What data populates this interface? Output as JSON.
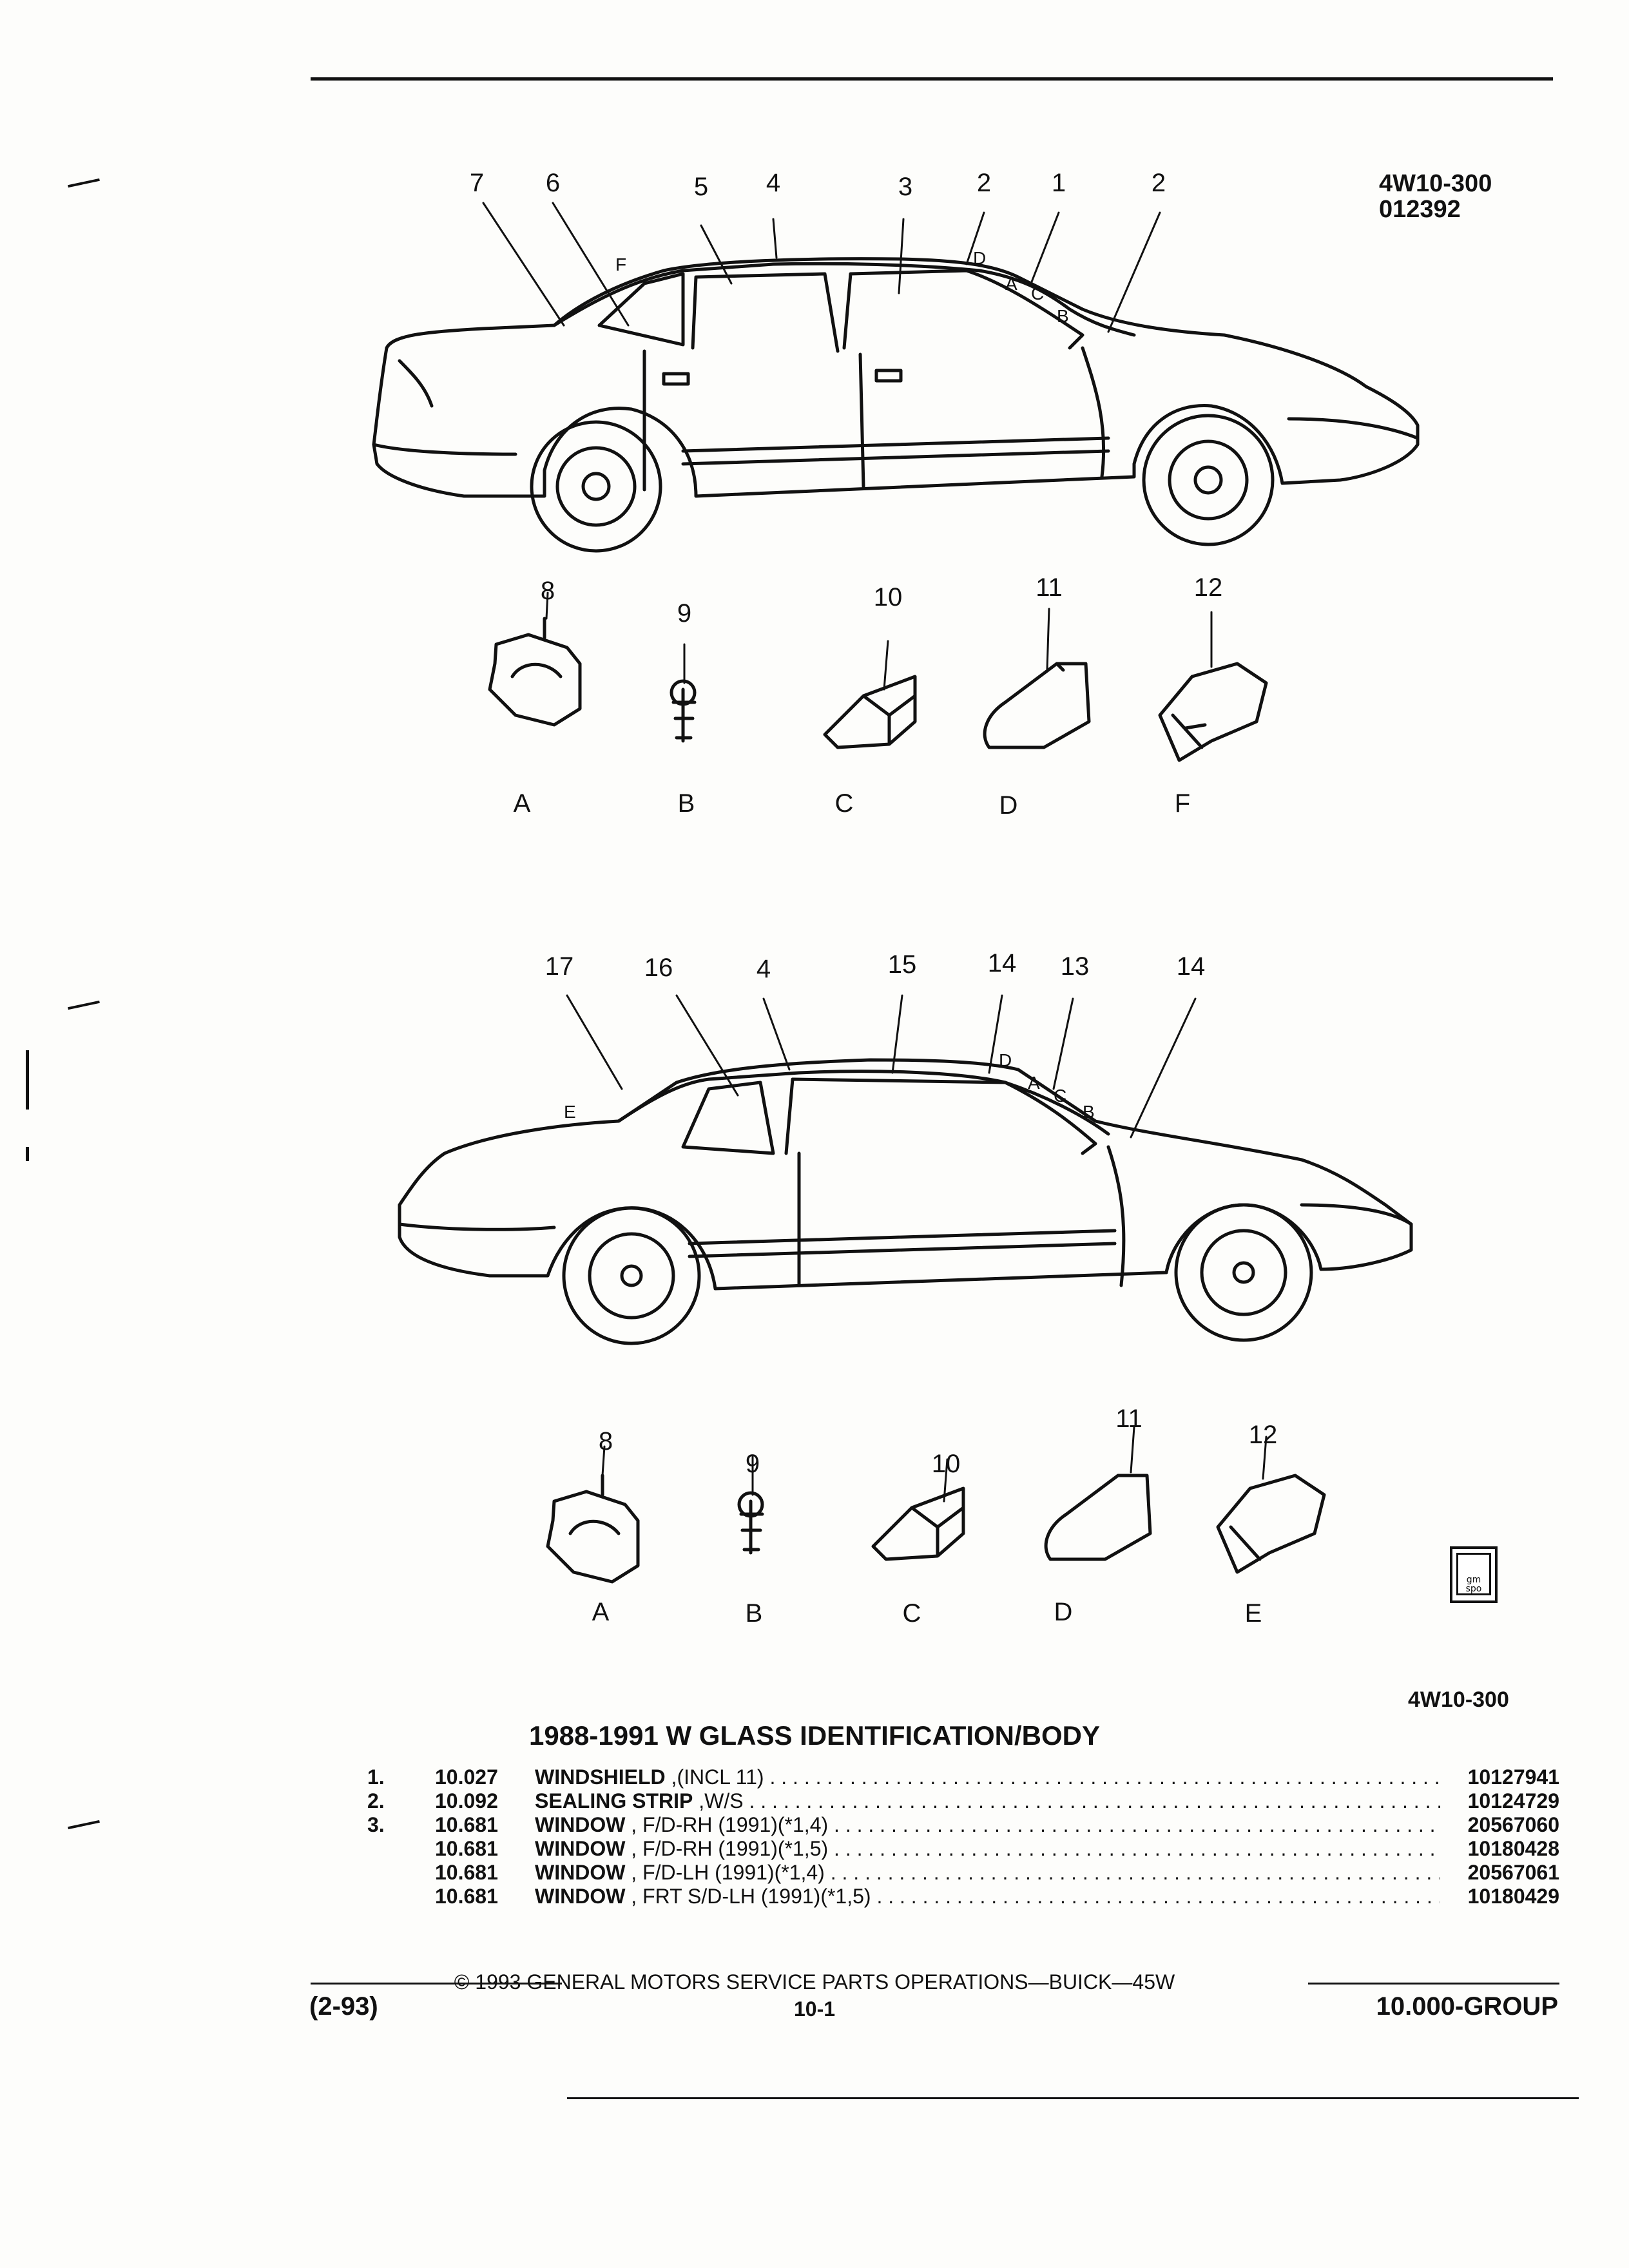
{
  "header": {
    "ref_code": "4W10-300",
    "ref_date": "012392"
  },
  "diagram_top": {
    "callouts": [
      "7",
      "6",
      "5",
      "4",
      "3",
      "2",
      "1",
      "2"
    ],
    "glass_letters": [
      "F",
      "D",
      "A",
      "C",
      "B"
    ],
    "parts": [
      {
        "num": "8",
        "letter": "A"
      },
      {
        "num": "9",
        "letter": "B"
      },
      {
        "num": "10",
        "letter": "C"
      },
      {
        "num": "11",
        "letter": "D"
      },
      {
        "num": "12",
        "letter": "F"
      }
    ]
  },
  "diagram_bottom": {
    "callouts": [
      "17",
      "16",
      "4",
      "15",
      "14",
      "13",
      "14"
    ],
    "glass_letters": [
      "E",
      "D",
      "A",
      "C",
      "B"
    ],
    "parts": [
      {
        "num": "8",
        "letter": "A"
      },
      {
        "num": "9",
        "letter": "B"
      },
      {
        "num": "10",
        "letter": "C"
      },
      {
        "num": "11",
        "letter": "D"
      },
      {
        "num": "12",
        "letter": "E"
      }
    ]
  },
  "stamp_text": "gm spo",
  "section_ref": "4W10-300",
  "title": "1988-1991 W GLASS IDENTIFICATION/BODY",
  "parts_list": [
    {
      "num": "1.",
      "code": "10.027",
      "desc": "WINDSHIELD",
      "detail": ",(INCL 11)",
      "part": "10127941"
    },
    {
      "num": "2.",
      "code": "10.092",
      "desc": "SEALING STRIP",
      "detail": ",W/S",
      "part": "10124729"
    },
    {
      "num": "3.",
      "code": "10.681",
      "desc": "WINDOW",
      "detail": ", F/D-RH (1991)(*1,4)",
      "part": "20567060"
    },
    {
      "num": "",
      "code": "10.681",
      "desc": "WINDOW",
      "detail": ", F/D-RH (1991)(*1,5)",
      "part": "10180428"
    },
    {
      "num": "",
      "code": "10.681",
      "desc": "WINDOW",
      "detail": ", F/D-LH (1991)(*1,4)",
      "part": "20567061"
    },
    {
      "num": "",
      "code": "10.681",
      "desc": "WINDOW",
      "detail": ", FRT S/D-LH (1991)(*1,5)",
      "part": "10180429"
    }
  ],
  "footer": {
    "copyright": "© 1993 GENERAL MOTORS SERVICE PARTS OPERATIONS—BUICK—45W",
    "date_code": "(2-93)",
    "page": "10-1",
    "group": "10.000-GROUP"
  }
}
